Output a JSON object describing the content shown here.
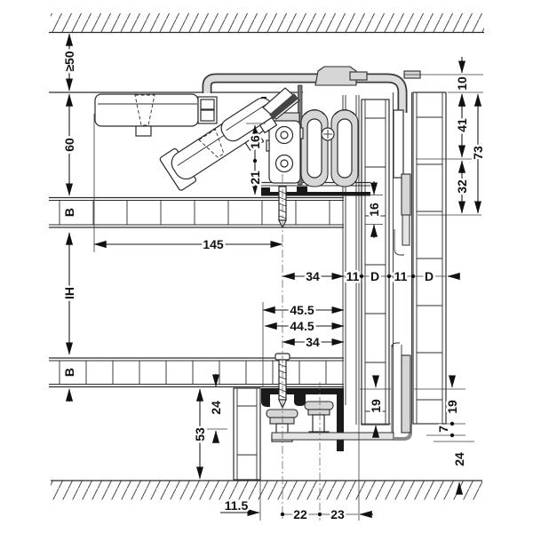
{
  "drawing": {
    "title": "sliding-door-top-hung-fitting-cross-section",
    "colors": {
      "line": "#2b2b2b",
      "hardware_gray": "#d6d6d6",
      "profile_black": "#1a1a1a",
      "background": "#ffffff"
    },
    "dims": {
      "clearance_top": "≥50",
      "suspension_height": "60",
      "panel_b_top": "B",
      "interior_height": "IH",
      "panel_b_bottom": "B",
      "depth_145": "145",
      "left_16": "16",
      "left_21": "21",
      "shelf_16": "16",
      "right_10": "10",
      "right_41": "41",
      "right_73": "73",
      "right_32": "32",
      "top_34": "34",
      "gap_11_a": "11",
      "door_d_a": "D",
      "gap_11_b": "11",
      "door_d_b": "D",
      "mid_45_5": "45.5",
      "mid_44_5": "44.5",
      "mid_34": "34",
      "left_24": "24",
      "left_53": "53",
      "guide_19_a": "19",
      "guide_19_b": "19",
      "gap_7": "7",
      "floor_24": "24",
      "bottom_11_5": "11.5",
      "bottom_22": "22",
      "bottom_23": "23"
    }
  }
}
